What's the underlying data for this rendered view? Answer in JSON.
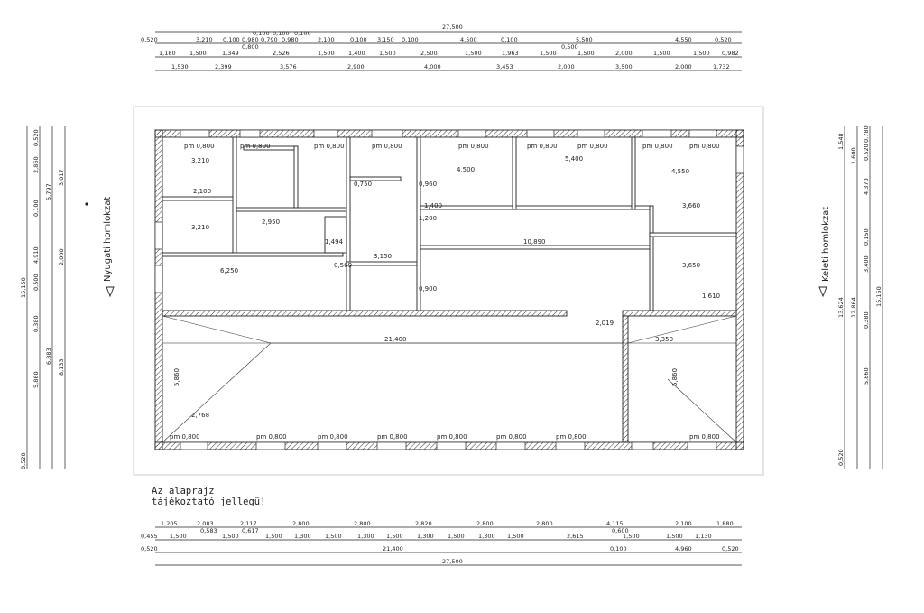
{
  "dims": {
    "top": {
      "total": "27,500",
      "row1": [
        "0,520",
        "3,210",
        "0,100",
        "0,980",
        "0,790",
        "0,980",
        "2,100",
        "0,100",
        "3,150",
        "0,100",
        "4,500",
        "0,100",
        "5,500",
        "4,550",
        "0,520"
      ],
      "row1_sub": [
        "0,100",
        "0,100",
        "0,100",
        "0,800",
        "0,500"
      ],
      "row2": [
        "1,180",
        "1,500",
        "1,349",
        "2,526",
        "1,500",
        "1,400",
        "1,500",
        "2,500",
        "1,500",
        "1,963",
        "1,500",
        "1,500",
        "2,000",
        "1,500",
        "1,500",
        "0,982"
      ],
      "row3": [
        "1,530",
        "2,399",
        "3,576",
        "2,900",
        "4,000",
        "3,453",
        "2,000",
        "3,500",
        "2,000",
        "1,732"
      ]
    },
    "bottom": {
      "row1": [
        "1,205",
        "2,083",
        "2,117",
        "2,800",
        "2,800",
        "2,820",
        "2,800",
        "2,800",
        "4,115",
        "2,100",
        "1,880"
      ],
      "row1_sub": [
        "0,583",
        "0,617",
        "0,600"
      ],
      "row2": [
        "0,455",
        "1,500",
        "1,500",
        "1,500",
        "1,300",
        "1,500",
        "1,300",
        "1,500",
        "1,300",
        "1,500",
        "1,300",
        "1,500",
        "2,615",
        "1,500",
        "1,500",
        "1,130"
      ],
      "row3": [
        "0,520",
        "21,400",
        "0,100",
        "4,960",
        "0,520"
      ],
      "total": "27,500"
    },
    "left": [
      "15,150",
      "2,860",
      "0,520",
      "5,797",
      "0,100",
      "4,910",
      "0,500",
      "0,380",
      "6,883",
      "5,860",
      "0,520",
      "8,133",
      "3,017",
      "2,000"
    ],
    "right": [
      "15,150",
      "13,624",
      "12,864",
      "1,548",
      "0,780",
      "1,600",
      "0,520",
      "4,370",
      "0,150",
      "3,400",
      "0,380",
      "5,860",
      "0,520"
    ]
  },
  "facades": {
    "west": "Nyugati homlokzat",
    "east": "Keleti homlokzat"
  },
  "labels": {
    "parapets": [
      "pm 0,800",
      "pm 0,800",
      "pm 0,800",
      "pm 0,800",
      "pm 0,800",
      "pm 0,800",
      "pm 0,800",
      "pm 0,800",
      "pm 0,800",
      "pm 0,800",
      "pm 0,800",
      "pm 0,800",
      "pm 0,800",
      "pm 0,800",
      "pm 0,800",
      "pm 0,800",
      "pm 0,800"
    ],
    "rooms": [
      "3,210",
      "3,210",
      "6,250",
      "2,950",
      "3,150",
      "4,500",
      "5,400",
      "4,550",
      "3,660",
      "3,650",
      "10,890",
      "21,400",
      "3,350",
      "2,768",
      "2,019",
      "1,610",
      "5,860",
      "5,860",
      "2,100",
      "1,494",
      "0,569",
      "1,400",
      "1,200",
      "0,900",
      "0,960",
      "0,750"
    ]
  },
  "note": [
    "Az alaprajz",
    "tájékoztató jellegü!"
  ]
}
